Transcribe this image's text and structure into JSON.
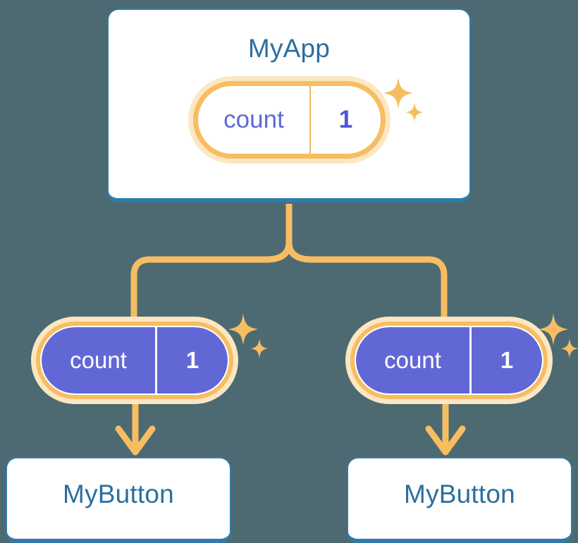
{
  "diagram": {
    "title_hidden": "React prop drilling / shared state diagram",
    "background_color": "#4d6a72"
  },
  "colors": {
    "background": "#4d6a72",
    "card_border": "#2f7bab",
    "card_text": "#2b6f9e",
    "card_fill": "#ffffff",
    "accent_orange": "#f7bd62",
    "accent_orange_soft": "#fce7c2",
    "state_purple": "#6168d6",
    "state_text_light": "#ffffff",
    "state_text_dark": "#4f57d6"
  },
  "nodes": {
    "root": {
      "label": "MyApp",
      "state": {
        "key": "count",
        "value": "1",
        "style": "light"
      },
      "sparkle": "sparkle-icon"
    },
    "children": [
      {
        "label": "MyButton",
        "state": {
          "key": "count",
          "value": "1",
          "style": "purple"
        },
        "sparkle": "sparkle-icon"
      },
      {
        "label": "MyButton",
        "state": {
          "key": "count",
          "value": "1",
          "style": "purple"
        },
        "sparkle": "sparkle-icon"
      }
    ]
  },
  "connectors": {
    "tree_from_root": "branching-connector",
    "arrow_left": "down-arrow-icon",
    "arrow_right": "down-arrow-icon"
  }
}
